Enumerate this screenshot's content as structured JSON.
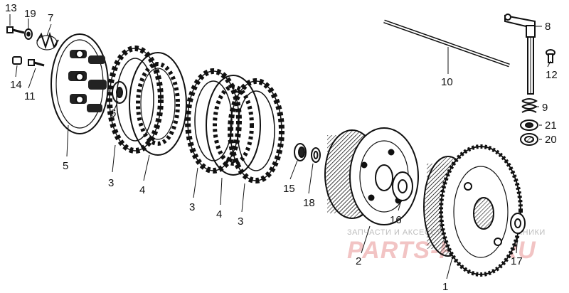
{
  "callouts": {
    "c1": "1",
    "c2": "2",
    "c3a": "3",
    "c3b": "3",
    "c3c": "3",
    "c4a": "4",
    "c4b": "4",
    "c5": "5",
    "c6": "6",
    "c7": "7",
    "c8": "8",
    "c9": "9",
    "c10": "10",
    "c11": "11",
    "c12": "12",
    "c13": "13",
    "c14": "14",
    "c15": "15",
    "c16": "16",
    "c17": "17",
    "c18": "18",
    "c19": "19",
    "c20": "20",
    "c21": "21"
  },
  "watermark": {
    "caption": "ЗАПЧАСТИ И АКСЕССУАРЫ ДЛЯ МОТОТЕХНИКИ",
    "brand": "PARTS-FOR.RU"
  },
  "colors": {
    "ink": "#111111",
    "watermark_brand": "#f2c4c4",
    "watermark_caption": "#bdbdbd"
  }
}
